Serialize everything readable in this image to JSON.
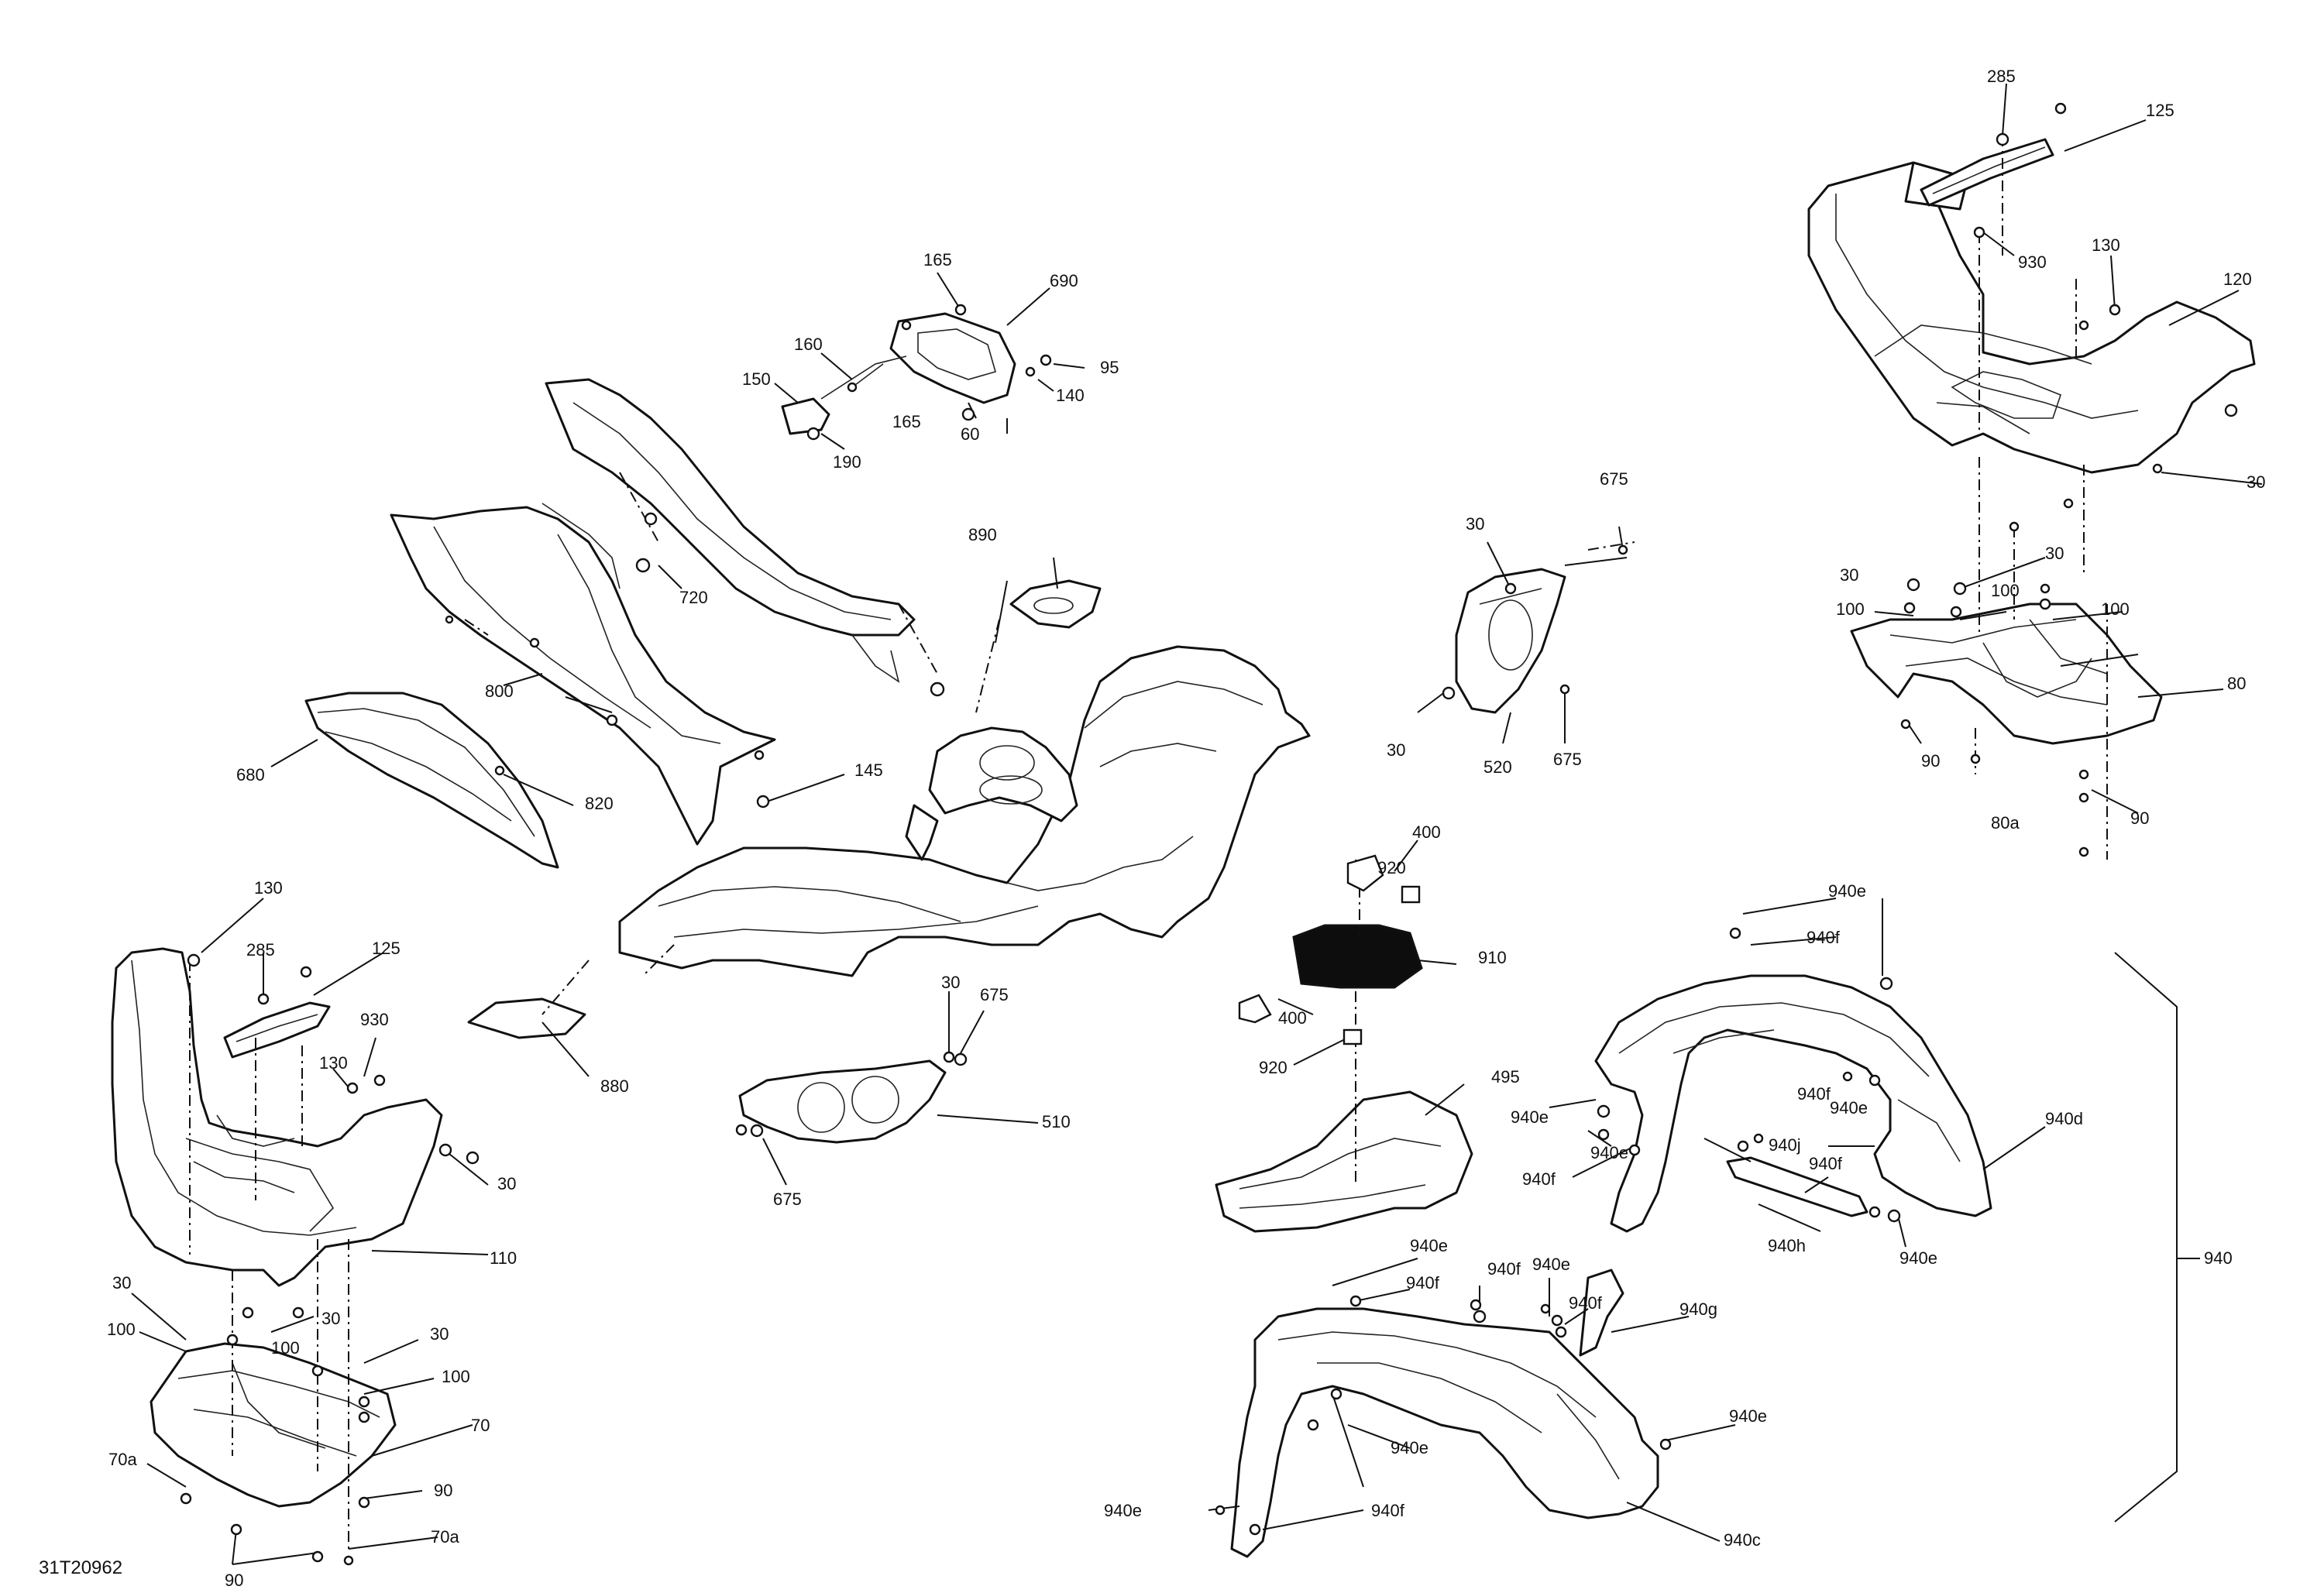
{
  "diagram_id": "31T20962",
  "callouts": [
    "285",
    "125",
    "930",
    "130",
    "120",
    "30",
    "30",
    "100",
    "30",
    "100",
    "100",
    "80",
    "90",
    "80a",
    "90",
    "165",
    "690",
    "160",
    "150",
    "165",
    "190",
    "60",
    "95",
    "140",
    "720",
    "800",
    "680",
    "820",
    "145",
    "890",
    "675",
    "30",
    "30",
    "520",
    "675",
    "130",
    "285",
    "125",
    "930",
    "130",
    "30",
    "110",
    "30",
    "100",
    "30",
    "100",
    "30",
    "100",
    "70",
    "70a",
    "90",
    "90",
    "70a",
    "880",
    "30",
    "675",
    "510",
    "675",
    "400",
    "920",
    "910",
    "400",
    "920",
    "495",
    "940e",
    "940f",
    "940e",
    "940f",
    "940e",
    "940e",
    "940f",
    "940j",
    "940f",
    "940d",
    "940h",
    "940e",
    "940",
    "940e",
    "940f",
    "940f",
    "940e",
    "940f",
    "940g",
    "940e",
    "940e",
    "940e",
    "940f",
    "940c"
  ],
  "hardware_icon": "bolt-icon"
}
